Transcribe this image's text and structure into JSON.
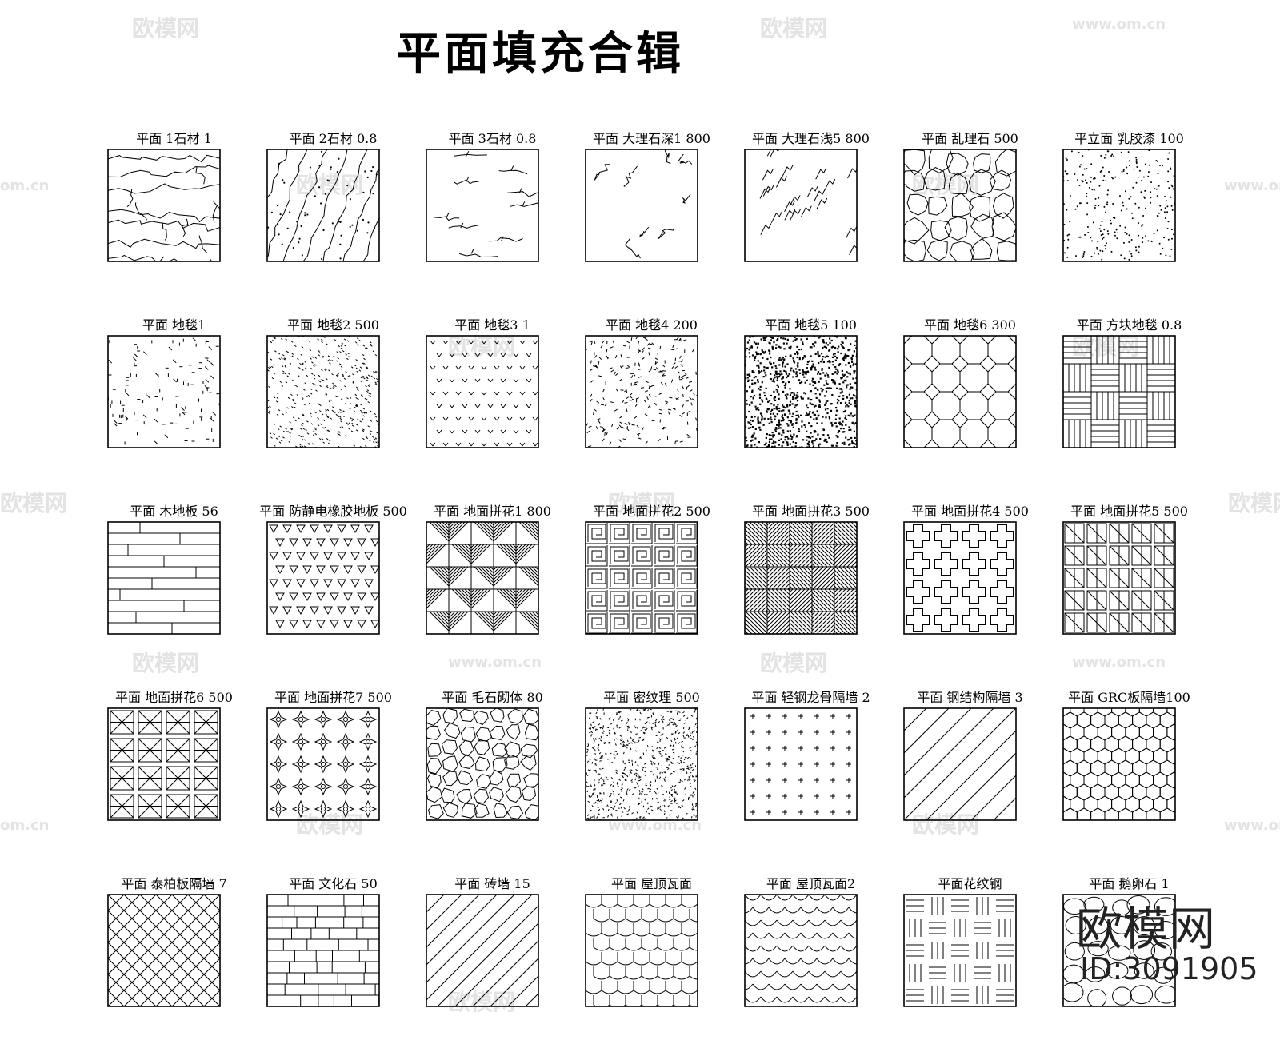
{
  "title": "平面填充合辑",
  "watermark": {
    "brand": "欧模网",
    "site": "www.om.cn",
    "site_short": "om.cn",
    "brand_large": "欧模网",
    "id_text": "ID:3091905"
  },
  "tiles": [
    {
      "label": "平面 1石材 1",
      "pattern": "stone-cracks"
    },
    {
      "label": "平面 2石材 0.8",
      "pattern": "diagonal-cracks"
    },
    {
      "label": "平面 3石材 0.8",
      "pattern": "branch-veins"
    },
    {
      "label": "平面 大理石深1 800",
      "pattern": "marble-veins"
    },
    {
      "label": "平面 大理石浅5 800",
      "pattern": "marble-ticks"
    },
    {
      "label": "平面 乱理石 500",
      "pattern": "random-stone"
    },
    {
      "label": "平立面 乳胶漆 100",
      "pattern": "sparse-dots"
    },
    {
      "label": "平面 地毯1",
      "pattern": "carpet-specks"
    },
    {
      "label": "平面 地毯2 500",
      "pattern": "carpet-dense"
    },
    {
      "label": "平面 地毯3 1",
      "pattern": "carpet-arrows"
    },
    {
      "label": "平面 地毯4 200",
      "pattern": "carpet-dashes"
    },
    {
      "label": "平面 地毯5 100",
      "pattern": "carpet-noise"
    },
    {
      "label": "平面 地毯6 300",
      "pattern": "octagon-star"
    },
    {
      "label": "平面 方块地毯 0.8",
      "pattern": "parquet-basket"
    },
    {
      "label": "平面 木地板 56",
      "pattern": "wood-boards"
    },
    {
      "label": "平面 防静电橡胶地板 500",
      "pattern": "triangles"
    },
    {
      "label": "平面 地面拼花1 800",
      "pattern": "herringbone-block"
    },
    {
      "label": "平面 地面拼花2 500",
      "pattern": "greek-key"
    },
    {
      "label": "平面 地面拼花3 500",
      "pattern": "diag-weave"
    },
    {
      "label": "平面 地面拼花4 500",
      "pattern": "cross-star"
    },
    {
      "label": "平面 地面拼花5 500",
      "pattern": "grid-triangles"
    },
    {
      "label": "平面 地面拼花6 500",
      "pattern": "star-squares"
    },
    {
      "label": "平面 地面拼花7 500",
      "pattern": "flower-grid"
    },
    {
      "label": "平面 毛石砌体 80",
      "pattern": "rubble-stone"
    },
    {
      "label": "平面 密纹理 500",
      "pattern": "dense-texture"
    },
    {
      "label": "平面 轻钢龙骨隔墙 2",
      "pattern": "plus-signs"
    },
    {
      "label": "平面 钢结构隔墙 3",
      "pattern": "wide-diagonals"
    },
    {
      "label": "平面 GRC板隔墙100",
      "pattern": "hexagons"
    },
    {
      "label": "平面 泰柏板隔墙 7",
      "pattern": "crosshatch"
    },
    {
      "label": "平面 文化石 50",
      "pattern": "culture-stone"
    },
    {
      "label": "平面 砖墙 15",
      "pattern": "brick-diagonals"
    },
    {
      "label": "平面 屋顶瓦面",
      "pattern": "roof-tiles"
    },
    {
      "label": "平面 屋顶瓦面2",
      "pattern": "fish-scale"
    },
    {
      "label": "平面花纹钢",
      "pattern": "checker-plate"
    },
    {
      "label": "平面 鹅卵石 1",
      "pattern": "pebbles"
    }
  ]
}
